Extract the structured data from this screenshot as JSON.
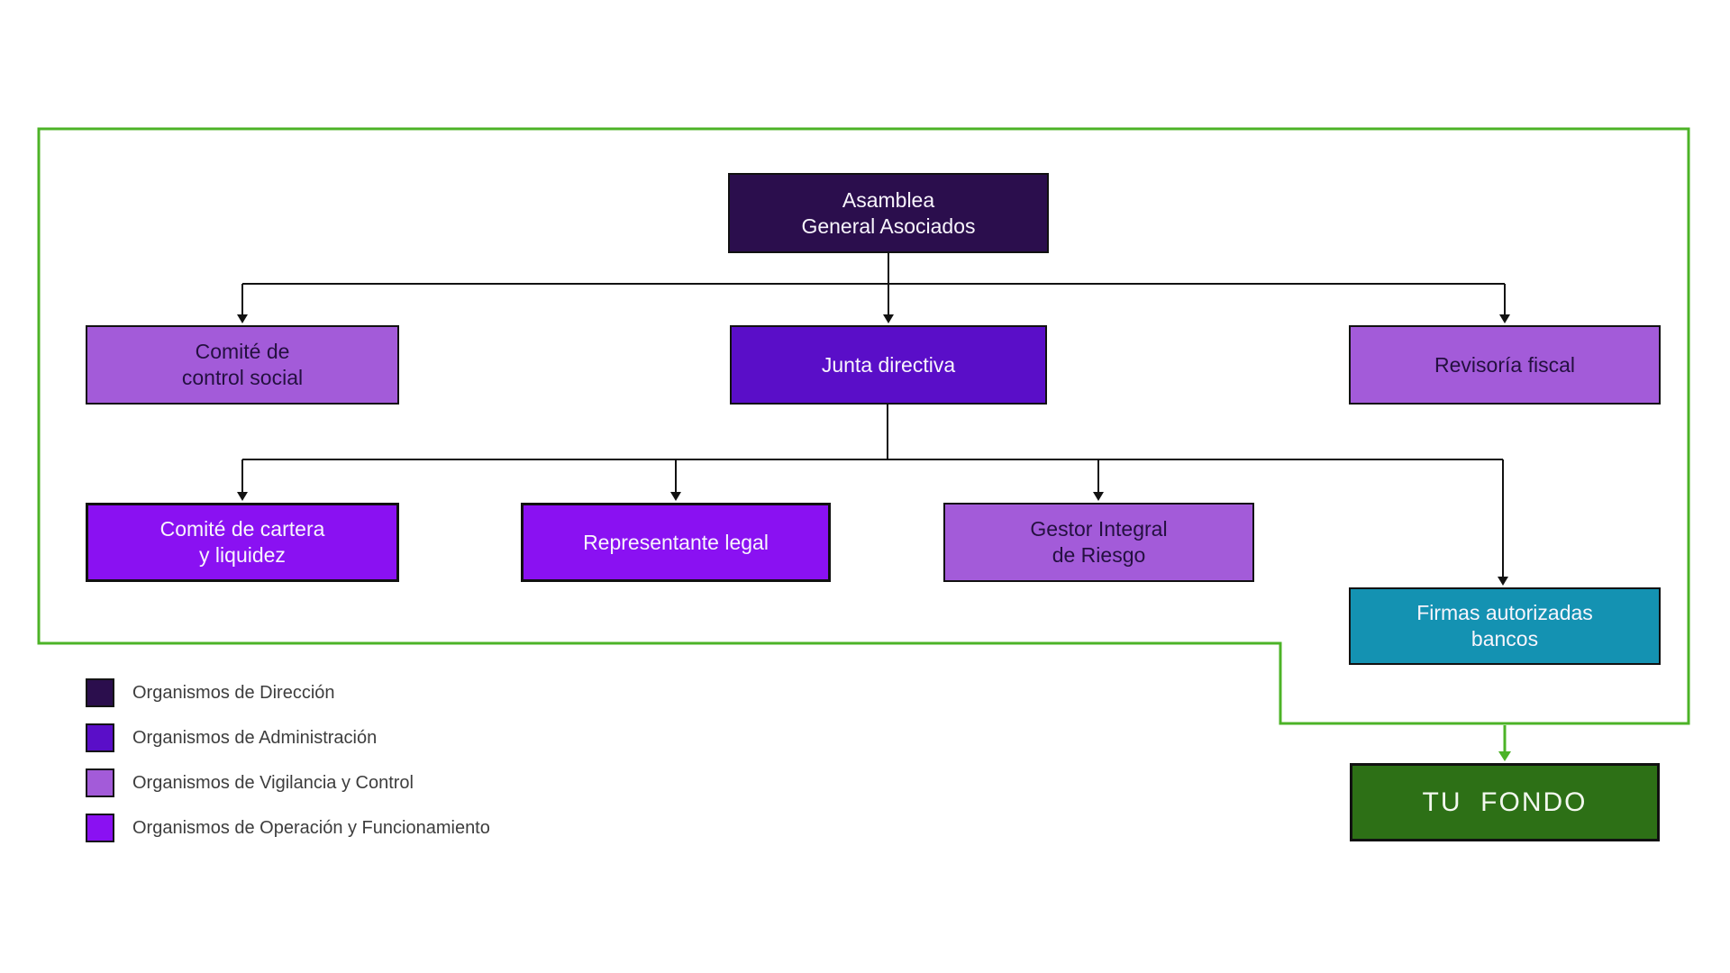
{
  "org_chart": {
    "frame_color": "#4cb327",
    "connector_color": "#121212",
    "nodes": [
      {
        "id": "asamblea-general",
        "lines": [
          "Asamblea",
          "General Asociados"
        ],
        "color": "#2b0e4d",
        "parent": null
      },
      {
        "id": "comite-control-social",
        "lines": [
          "Comité de",
          "control social"
        ],
        "color": "#a35bd9",
        "parent": "asamblea-general"
      },
      {
        "id": "junta-directiva",
        "lines": [
          "Junta directiva"
        ],
        "color": "#5a0ec8",
        "parent": "asamblea-general"
      },
      {
        "id": "revisoria-fiscal",
        "lines": [
          "Revisoría fiscal"
        ],
        "color": "#a35bd9",
        "parent": "asamblea-general"
      },
      {
        "id": "comite-cartera-liquidez",
        "lines": [
          "Comité de cartera",
          "y liquidez"
        ],
        "color": "#8a11f2",
        "parent": "junta-directiva"
      },
      {
        "id": "representante-legal",
        "lines": [
          "Representante legal"
        ],
        "color": "#8a11f2",
        "parent": "junta-directiva"
      },
      {
        "id": "gestor-integral-riesgo",
        "lines": [
          "Gestor Integral",
          "de Riesgo"
        ],
        "color": "#a35bd9",
        "parent": "junta-directiva"
      },
      {
        "id": "firmas-autorizadas-bancos",
        "lines": [
          "Firmas autorizadas",
          "bancos"
        ],
        "color": "#1492b2",
        "parent": "junta-directiva"
      },
      {
        "id": "tu-fondo",
        "lines": [
          "TU  FONDO"
        ],
        "color": "#2d7016",
        "parent": "frame"
      }
    ]
  },
  "legend": {
    "items": [
      {
        "label": "Organismos de Dirección",
        "color": "#2b0e4d"
      },
      {
        "label": "Organismos de Administración",
        "color": "#5a0ec8"
      },
      {
        "label": "Organismos de Vigilancia y Control",
        "color": "#a35bd9"
      },
      {
        "label": "Organismos de Operación y Funcionamiento",
        "color": "#8a11f2"
      }
    ]
  }
}
